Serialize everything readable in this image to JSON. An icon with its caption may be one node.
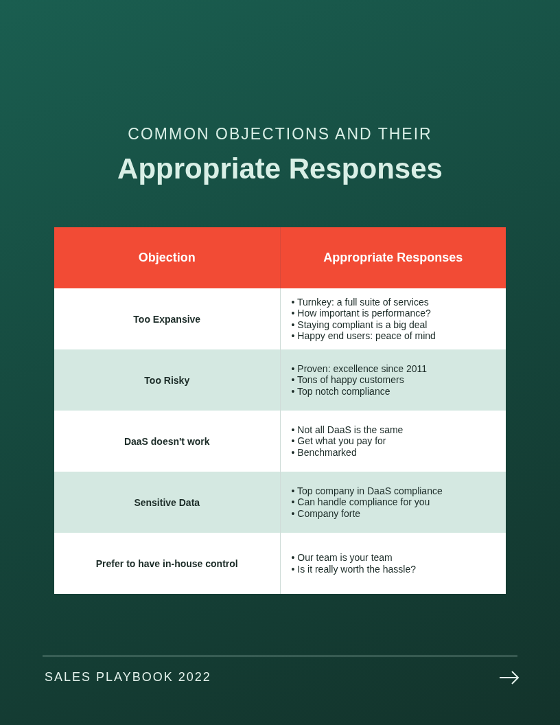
{
  "diagram": {
    "title": "Appropriate Responses",
    "labels": [
      "COMMON OBJECTIONS AND THEIR",
      "Objection",
      "Appropriate Responses",
      "Too Expansive",
      "• Turnkey: a full suite of services",
      "• How important is performance?",
      "• Staying compliant is a big deal",
      "• Happy end users: peace of mind",
      "Too Risky",
      "• Proven: excellence since 2011",
      "• Tons of happy customers",
      "• Top notch compliance",
      "DaaS doesn't work",
      "• Not all DaaS is the same",
      "• Get what you pay for",
      "• Benchmarked",
      "Sensitive Data",
      "• Top company in DaaS compliance",
      "• Can handle compliance for you",
      "• Company forte",
      "Prefer to have in-house control",
      "• Our team is your team",
      "• Is it really worth the hassle?",
      "SALES PLAYBOOK 2022"
    ]
  }
}
